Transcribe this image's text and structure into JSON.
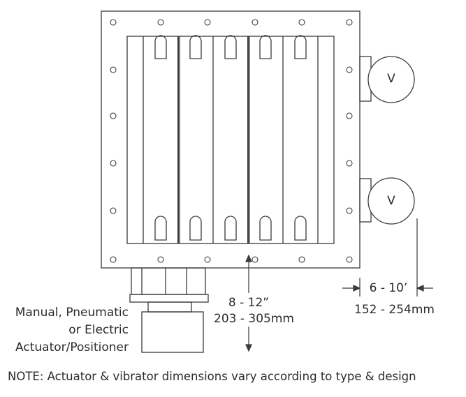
{
  "actuator_label": [
    "Manual, Pneumatic",
    "or Electric",
    "Actuator/Positioner"
  ],
  "dim_height": {
    "inches": "8 - 12”",
    "mm": "203 - 305mm"
  },
  "dim_vibrator": {
    "inches": "6 - 10’",
    "mm": "152 - 254mm"
  },
  "vibrator_label": "V",
  "note": "NOTE:  Actuator & vibrator dimensions  vary according to type & design",
  "colors": {
    "line": "#3a3a3a",
    "text": "#2b2b2b",
    "background": "#ffffff"
  }
}
